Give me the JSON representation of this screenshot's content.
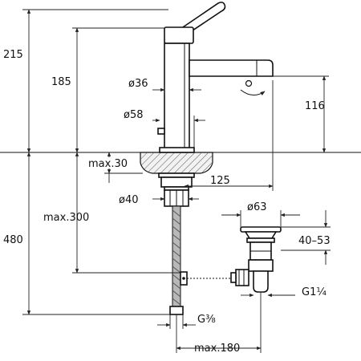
{
  "dimensions": {
    "overall_height": "215",
    "spout_height": "185",
    "body_diameter": "ø36",
    "base_diameter": "ø58",
    "spout_outlet_height": "116",
    "counter_thickness": "max.30",
    "spout_reach": "125",
    "shank_diameter": "ø40",
    "hose_length": "max.300",
    "below_counter": "480",
    "waste_diameter": "ø63",
    "waste_range": "40–53",
    "waste_thread": "G1¼",
    "hose_thread": "G⅜",
    "waste_offset": "max.180"
  },
  "colors": {
    "line": "#111111",
    "hatch": "#555555",
    "counter_fill": "#f2f2f2",
    "hose_fill": "#b8b8b8"
  }
}
